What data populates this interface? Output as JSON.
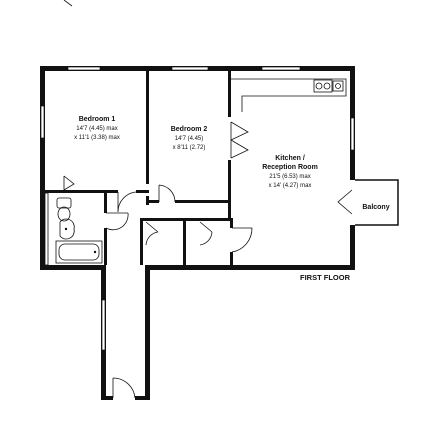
{
  "floor_label": "FIRST FLOOR",
  "rooms": {
    "bedroom1": {
      "name": "Bedroom 1",
      "dim1": "14'7 (4.45) max",
      "dim2": "x 11'1 (3.38) max"
    },
    "bedroom2": {
      "name": "Bedroom 2",
      "dim1": "14'7 (4.45)",
      "dim2": "x 8'11 (2.72)"
    },
    "kitchen": {
      "name1": "Kitchen /",
      "name2": "Reception Room",
      "dim1": "21'5 (6.53) max",
      "dim2": "x 14' (4.27) max"
    },
    "balcony": {
      "name": "Balcony"
    }
  }
}
